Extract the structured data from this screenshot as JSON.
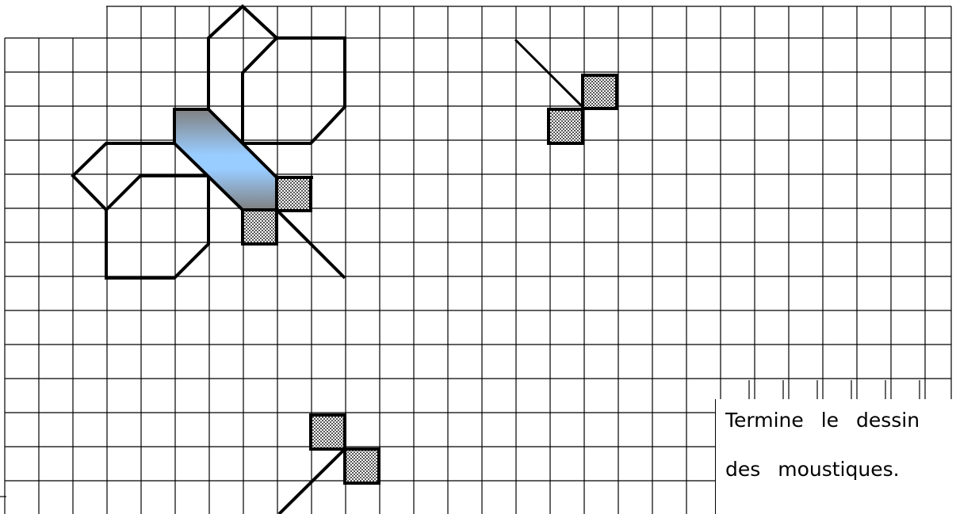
{
  "exercise": {
    "instruction_line1": "Termine le dessin",
    "instruction_line2": "des moustiques."
  },
  "colors": {
    "grid": "#000000",
    "stroke": "#000000",
    "body_gradient_mid": "#99ccff",
    "body_gradient_edge": "#808080",
    "eye_fill": "#c0c0c0"
  },
  "icons": [
    "mosquito-drawing",
    "mosquito-eyes",
    "checker-squares"
  ]
}
